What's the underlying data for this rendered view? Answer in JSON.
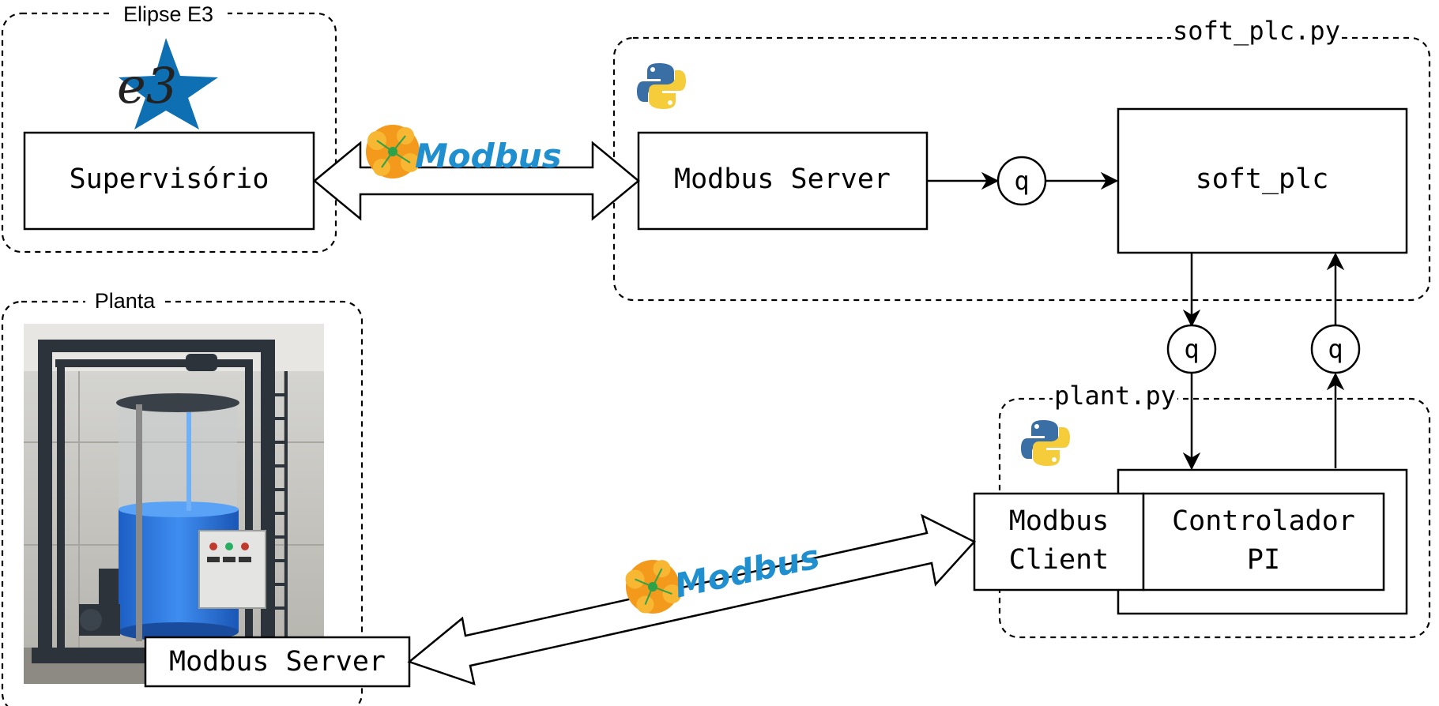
{
  "groups": {
    "elipse": "Elipse E3",
    "softplc": "soft_plc.py",
    "planta": "Planta",
    "plant": "plant.py"
  },
  "boxes": {
    "supervisorio": "Supervisório",
    "modbus_server_plc": "Modbus Server",
    "soft_plc": "soft_plc",
    "modbus_client_1": "Modbus",
    "modbus_client_2": "Client",
    "controlador_1": "Controlador",
    "controlador_2": "PI",
    "modbus_server_plant": "Modbus Server"
  },
  "queues": {
    "q1": "q",
    "q2": "q",
    "q3": "q"
  },
  "logos": {
    "e3_text": "e3",
    "modbus_top": "Modbus",
    "modbus_bottom": "Modbus",
    "python_icon": "python-icon"
  },
  "colors": {
    "modbus_blue": "#1f8fcf",
    "modbus_orange": "#f39a1c",
    "e3_blue": "#0f6fb3",
    "tank_blue": "#2a74d6",
    "python_blue": "#3a6fa6",
    "python_yellow": "#f5cc3a"
  }
}
